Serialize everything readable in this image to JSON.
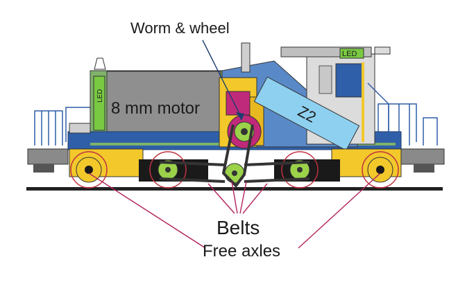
{
  "labels": {
    "worm_wheel": "Worm & wheel",
    "motor": "8 mm motor",
    "led_cab": "LED",
    "led_side": "LED",
    "gearbox": "Z2",
    "belts": "Belts",
    "free_axles": "Free axles"
  },
  "colors": {
    "motor": "#8f8f8f",
    "cab": "#dcdcdc",
    "gearbox": "#8ed0ef",
    "chassis": "#2f5fa8",
    "frame": "#f2c82b",
    "worm": "#c02a7a",
    "wheel_green": "#9bd24a",
    "leader": "#b0225c",
    "led": "#7ac943"
  },
  "icons": [
    "bell-icon",
    "horn-icon",
    "headlight-icon"
  ]
}
